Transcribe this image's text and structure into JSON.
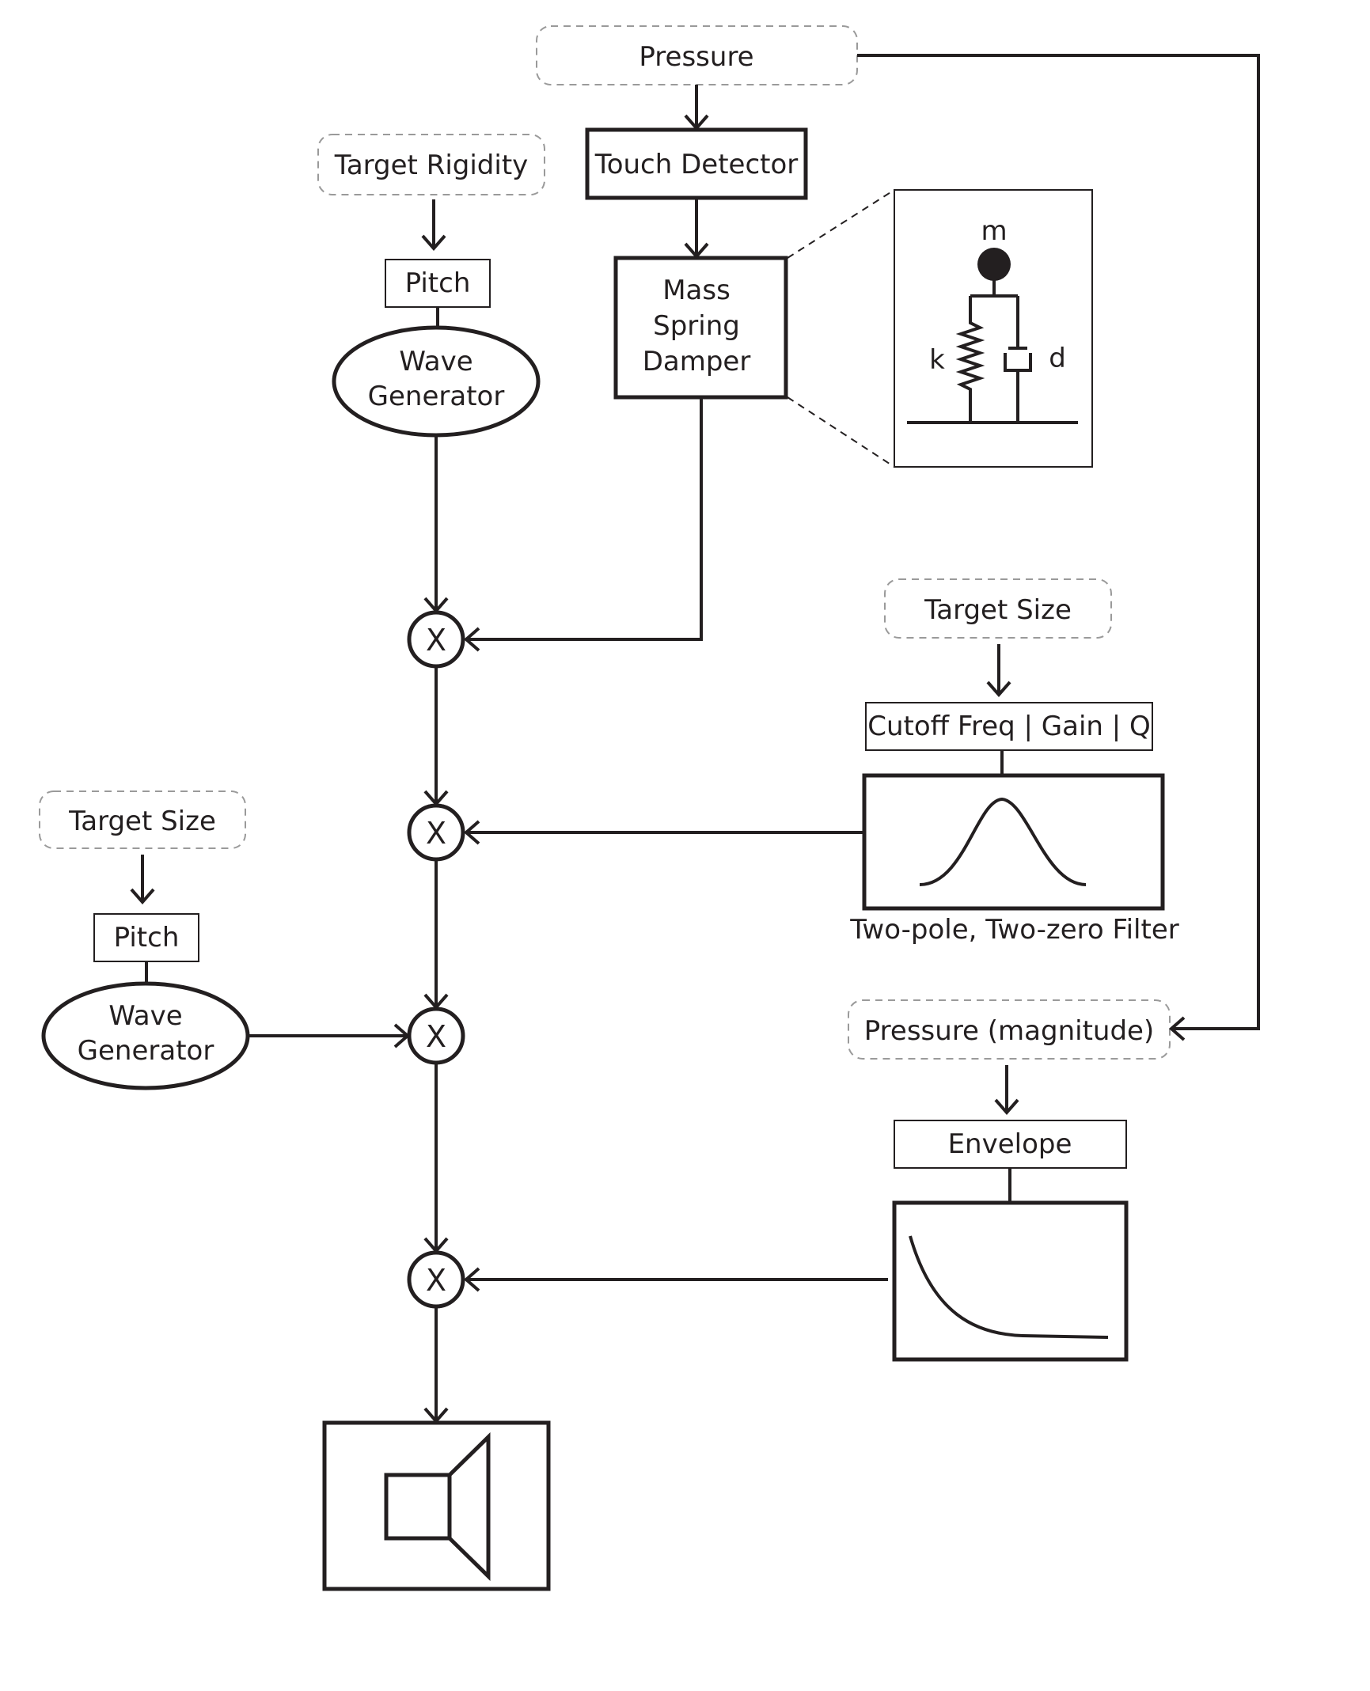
{
  "nodes": {
    "pressure_top": "Pressure",
    "touch_detector": "Touch Detector",
    "target_rigidity": "Target Rigidity",
    "pitch_top": "Pitch",
    "wave_gen_top": [
      "Wave",
      "Generator"
    ],
    "msd": [
      "Mass",
      "Spring",
      "Damper"
    ],
    "msd_detail": {
      "m": "m",
      "k": "k",
      "d": "d"
    },
    "target_size_right": "Target Size",
    "filter_params": "Cutoff Freq | Gain | Q",
    "filter_caption": "Two-pole, Two-zero Filter",
    "target_size_left": "Target Size",
    "pitch_left": "Pitch",
    "wave_gen_left": [
      "Wave",
      "Generator"
    ],
    "pressure_magnitude": "Pressure (magnitude)",
    "envelope": "Envelope",
    "multiplier_symbol": "X"
  },
  "icons": [
    "speaker-icon",
    "bell-curve-icon",
    "decay-curve-icon",
    "mass-spring-damper-icon"
  ]
}
